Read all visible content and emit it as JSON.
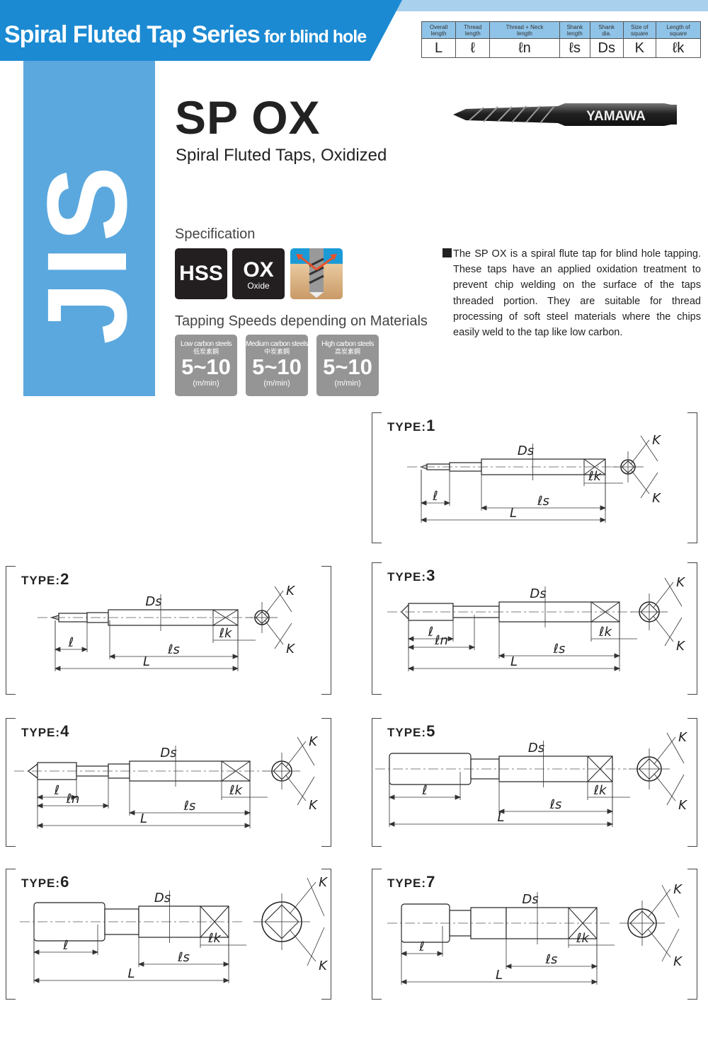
{
  "header": {
    "title": "Spiral Fluted Tap Series",
    "suffix": "for blind hole"
  },
  "symbols_table": {
    "headers": [
      [
        "Overall",
        "length"
      ],
      [
        "Thread",
        "length"
      ],
      [
        "Thread + Neck",
        "length"
      ],
      [
        "Shank",
        "length"
      ],
      [
        "Shank",
        "dia."
      ],
      [
        "Size of",
        "square"
      ],
      [
        "Length of",
        "square"
      ]
    ],
    "values": [
      "L",
      "ℓ",
      "ℓn",
      "ℓs",
      "Ds",
      "K",
      "ℓk"
    ]
  },
  "side_label": "JIS",
  "product": {
    "name": "SP OX",
    "subtitle": "Spiral Fluted Taps, Oxidized",
    "logo_text": "YAMAWA"
  },
  "specification": {
    "label": "Specification",
    "material": "HSS",
    "coating": "OX",
    "coating_sub": "Oxide",
    "icon": "chip-flow-icon"
  },
  "tapping_speeds": {
    "label": "Tapping Speeds depending on Materials",
    "items": [
      {
        "material": "Low carbon steels",
        "material_jp": "低炭素鋼",
        "speed": "5~10",
        "unit": "(m/min)"
      },
      {
        "material": "Medium carbon steels",
        "material_jp": "中炭素鋼",
        "speed": "5~10",
        "unit": "(m/min)"
      },
      {
        "material": "High carbon steels",
        "material_jp": "高炭素鋼",
        "speed": "5~10",
        "unit": "(m/min)"
      }
    ]
  },
  "description": "The SP OX is a spiral flute tap for blind hole tapping. These taps have an applied oxidation treatment to prevent chip welding on the surface of the taps threaded portion. They are suitable for thread processing of soft steel materials where the chips easily weld to the tap like low carbon.",
  "types": [
    {
      "prefix": "TYPE:",
      "num": "1",
      "labels": {
        "Ds": "Ds",
        "K": "K",
        "lk": "ℓk",
        "l": "ℓ",
        "ls": "ℓs",
        "L": "L"
      }
    },
    {
      "prefix": "TYPE:",
      "num": "2",
      "labels": {
        "Ds": "Ds",
        "K": "K",
        "lk": "ℓk",
        "l": "ℓ",
        "ls": "ℓs",
        "L": "L"
      }
    },
    {
      "prefix": "TYPE:",
      "num": "3",
      "labels": {
        "Ds": "Ds",
        "K": "K",
        "lk": "ℓk",
        "l": "ℓ",
        "ln": "ℓn",
        "ls": "ℓs",
        "L": "L"
      }
    },
    {
      "prefix": "TYPE:",
      "num": "4",
      "labels": {
        "Ds": "Ds",
        "K": "K",
        "lk": "ℓk",
        "l": "ℓ",
        "ln": "ℓn",
        "ls": "ℓs",
        "L": "L"
      }
    },
    {
      "prefix": "TYPE:",
      "num": "5",
      "labels": {
        "Ds": "Ds",
        "K": "K",
        "lk": "ℓk",
        "l": "ℓ",
        "ls": "ℓs",
        "L": "L"
      }
    },
    {
      "prefix": "TYPE:",
      "num": "6",
      "labels": {
        "Ds": "Ds",
        "K": "K",
        "lk": "ℓk",
        "l": "ℓ",
        "ls": "ℓs",
        "L": "L"
      }
    },
    {
      "prefix": "TYPE:",
      "num": "7",
      "labels": {
        "Ds": "Ds",
        "K": "K",
        "lk": "ℓk",
        "l": "ℓ",
        "ls": "ℓs",
        "L": "L"
      }
    }
  ]
}
